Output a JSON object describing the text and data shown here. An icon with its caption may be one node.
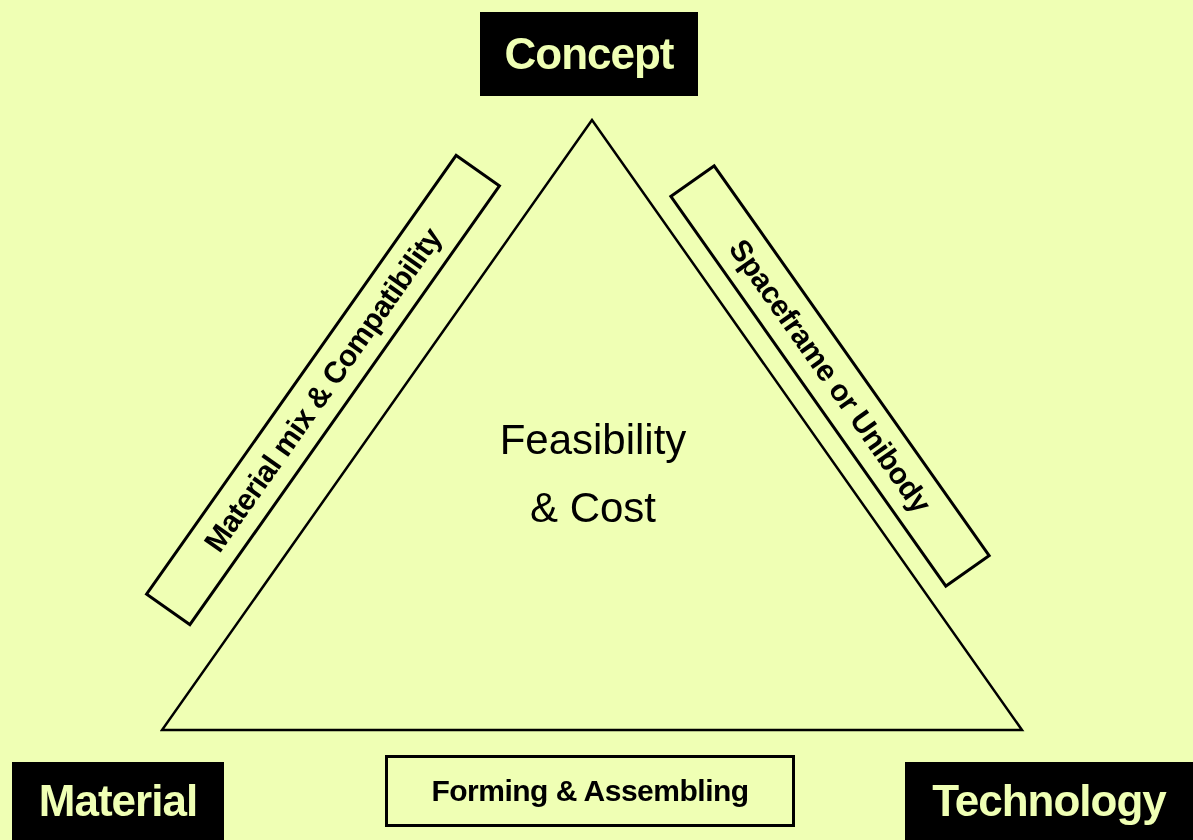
{
  "diagram": {
    "nodes": [
      {
        "text": [
          "Concept"
        ]
      },
      {
        "text": [
          "Feasibility & Cost"
        ]
      },
      {
        "text": [
          "Material mix & Compatibility"
        ]
      },
      {
        "text": [
          "Spaceframe or Unibody"
        ]
      },
      {
        "text": [
          "Material"
        ]
      },
      {
        "text": [
          "Forming & Assembling"
        ]
      },
      {
        "text": [
          "Technology"
        ]
      }
    ]
  }
}
